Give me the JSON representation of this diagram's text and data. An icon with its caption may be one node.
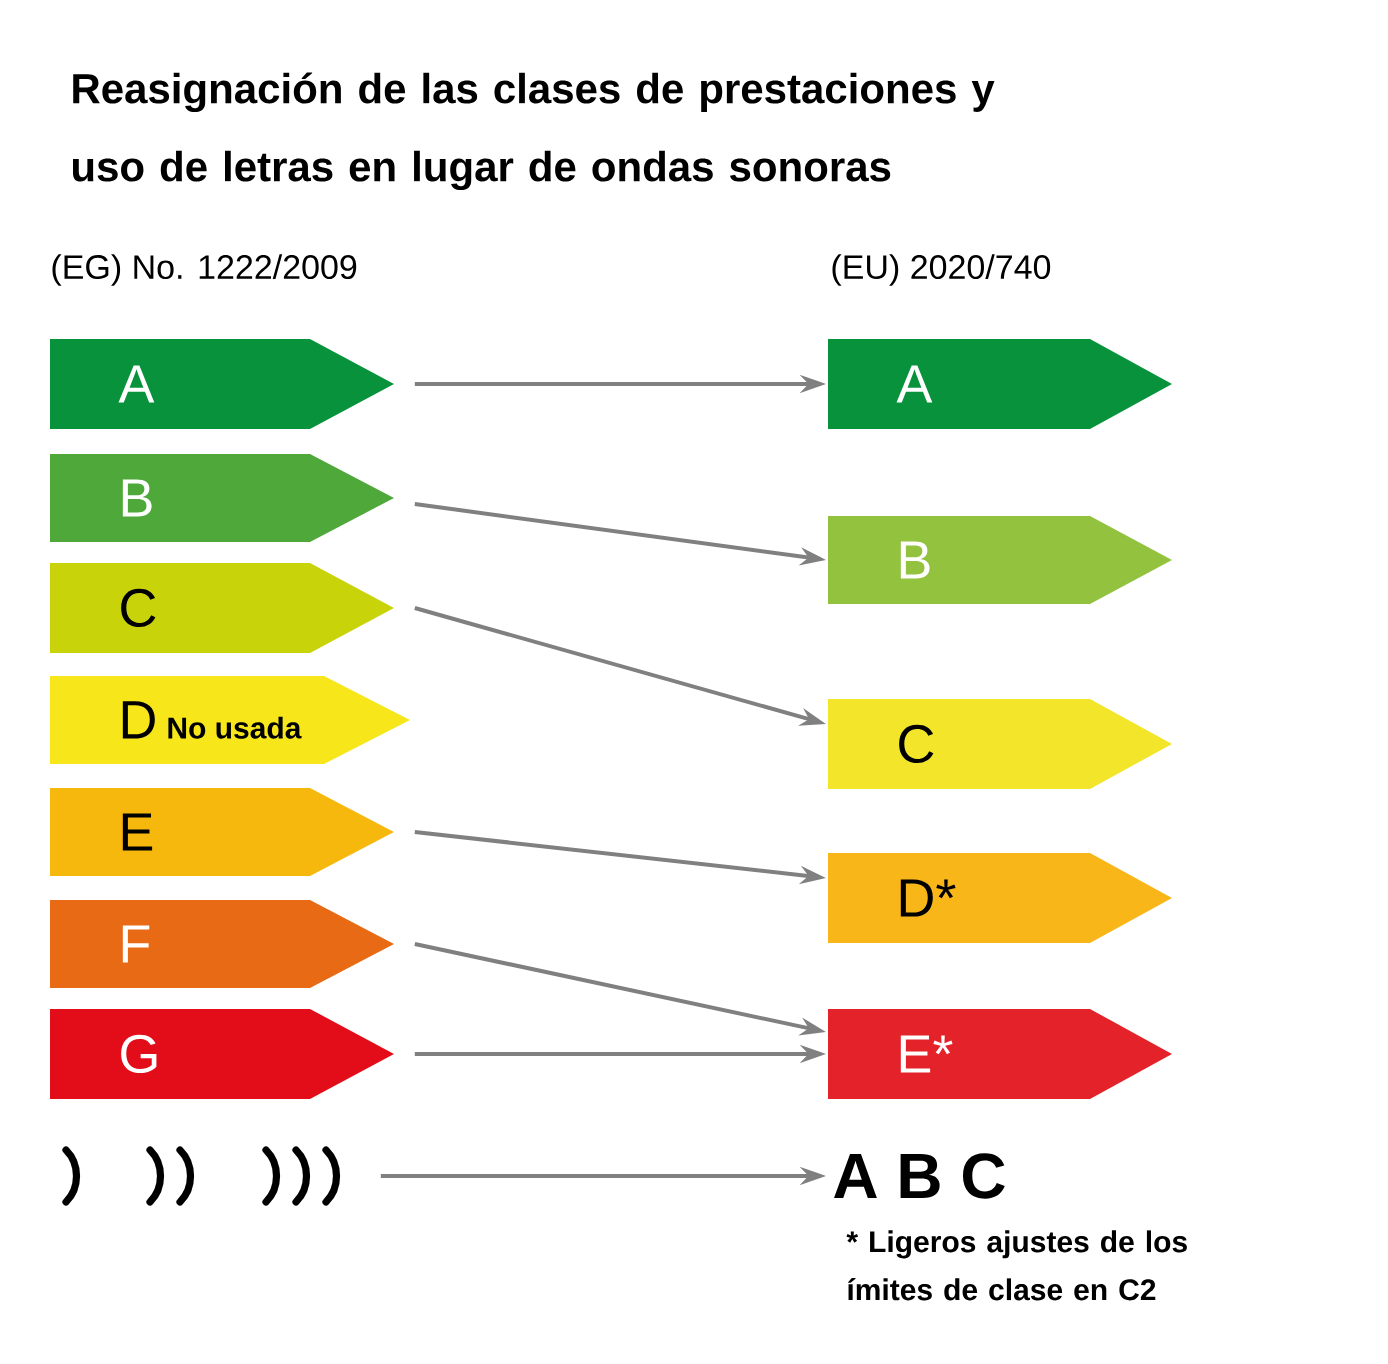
{
  "diagram": {
    "title": "Reasignación de las clases de prestaciones y uso de letras en lugar de ondas sonoras",
    "nodes": [
      {
        "text": [
          "A"
        ]
      },
      {
        "text": [
          "B"
        ]
      },
      {
        "text": [
          "C"
        ]
      },
      {
        "text": [
          "D",
          "No usada"
        ]
      },
      {
        "text": [
          "E"
        ]
      },
      {
        "text": [
          "F"
        ]
      },
      {
        "text": [
          "G"
        ]
      },
      {
        "text": [],
        "shape": "picture"
      },
      {
        "text": [
          "A"
        ]
      },
      {
        "text": [
          "B"
        ]
      },
      {
        "text": [
          "C"
        ]
      },
      {
        "text": [
          "D*"
        ]
      },
      {
        "text": [
          "E*"
        ]
      },
      {
        "text": [
          "A B C"
        ]
      }
    ],
    "edges": [
      {
        "from": 0,
        "to": 8,
        "arrow": "to"
      },
      {
        "from": 1,
        "to": 9,
        "arrow": "to"
      },
      {
        "from": 2,
        "to": 10,
        "arrow": "to"
      },
      {
        "from": 4,
        "to": 11,
        "arrow": "to"
      },
      {
        "from": 5,
        "to": 12,
        "arrow": "to"
      },
      {
        "from": 6,
        "to": 12,
        "arrow": "to"
      },
      {
        "from": 7,
        "to": 13,
        "arrow": "to"
      }
    ],
    "labels": [
      "(EG) No. 1222/2009",
      "(EU) 2020/740",
      "* Ligeros ajustes de los ímites de clase en C2"
    ]
  }
}
